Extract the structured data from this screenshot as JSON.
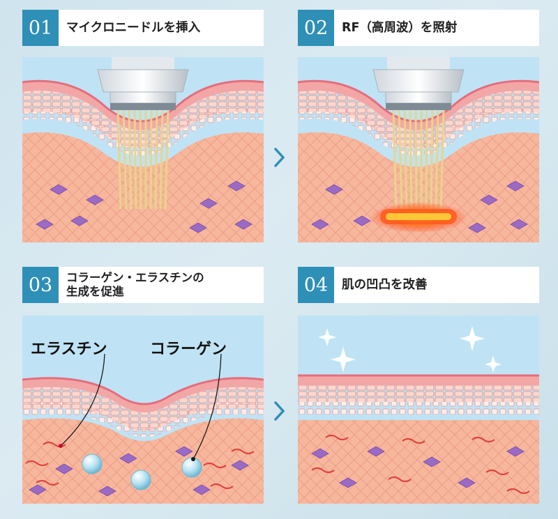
{
  "steps": [
    {
      "number": "01",
      "title": "マイクロニードルを挿入"
    },
    {
      "number": "02",
      "title": "RF（高周波）を照射"
    },
    {
      "number": "03",
      "title_line1": "コラーゲン・エラスチンの",
      "title_line2": "生成を促進"
    },
    {
      "number": "04",
      "title": "肌の凹凸を改善"
    }
  ],
  "labels": {
    "elastin": "エラスチン",
    "collagen": "コラーゲン"
  },
  "colors": {
    "accent": "#2e8fb7",
    "sky": "#bfe3f4",
    "dermis": "#f7b79c",
    "epidermis": "#f3a6a6",
    "rf_glow": "#ff5a1f",
    "needle": "#e8d58a"
  }
}
